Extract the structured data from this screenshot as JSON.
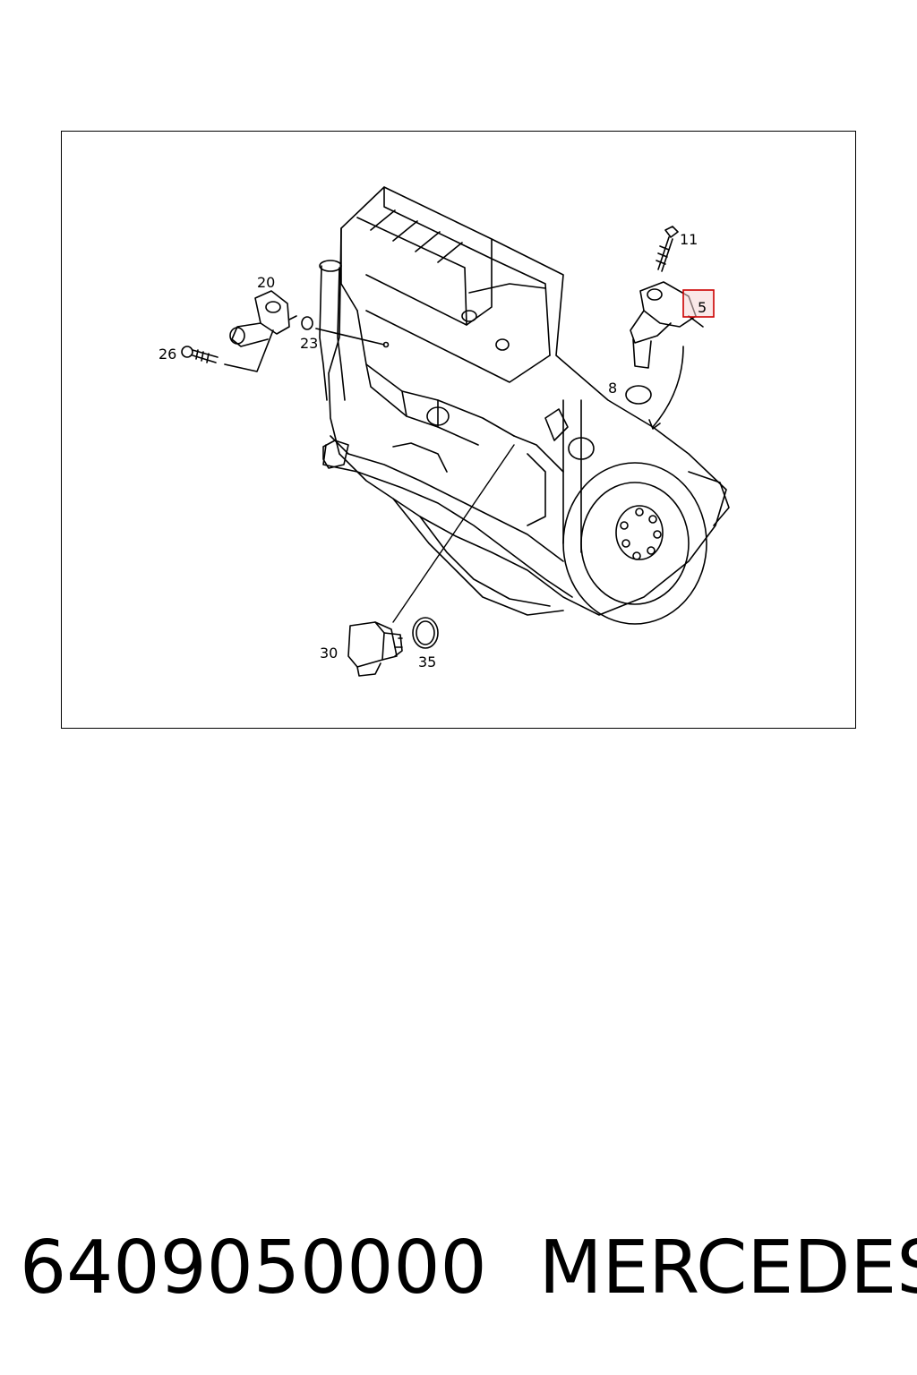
{
  "diagram": {
    "callouts": {
      "c11": "11",
      "c5": "5",
      "c20": "20",
      "c23": "23",
      "c26": "26",
      "c8": "8",
      "c30": "30",
      "c35": "35"
    },
    "highlight_color": "#cc0000"
  },
  "caption": {
    "part_number": "6409050000",
    "brand": "MERCEDES"
  }
}
